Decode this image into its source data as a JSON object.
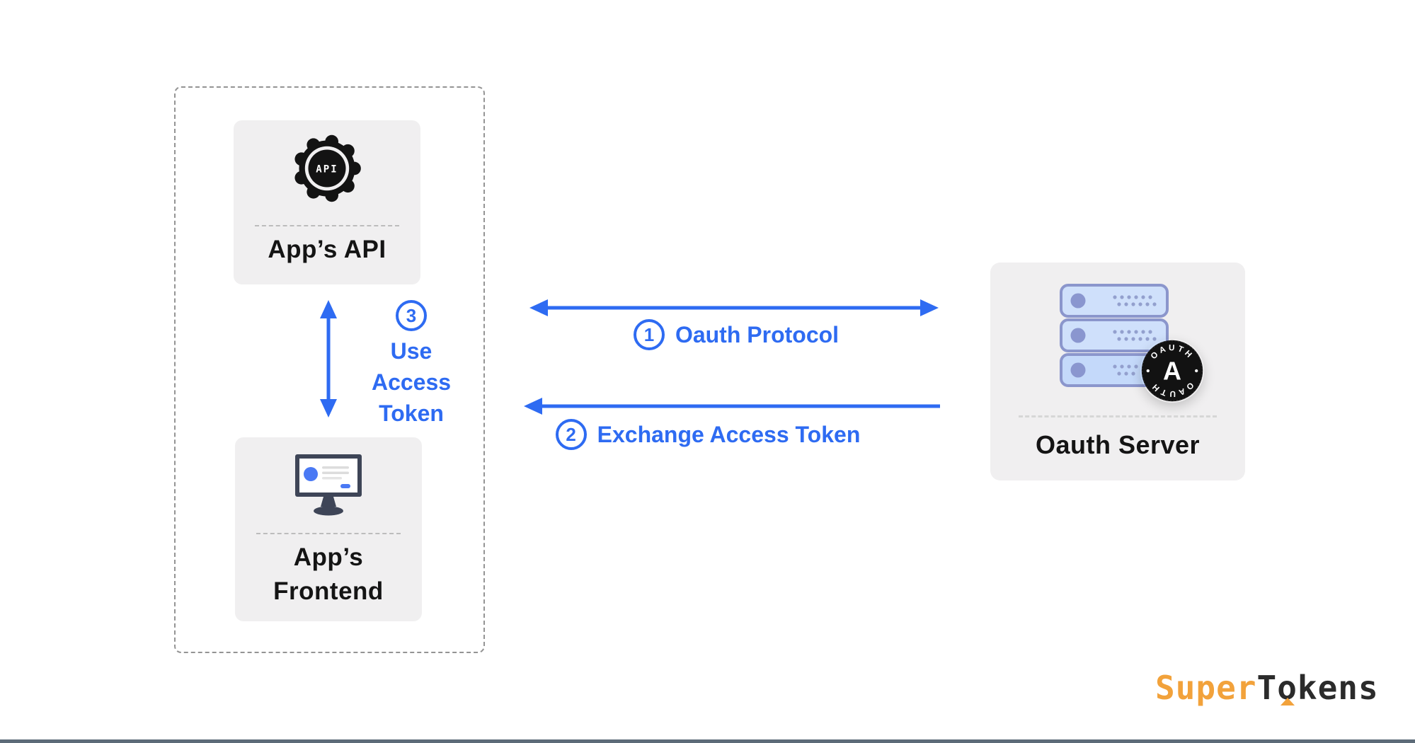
{
  "colors": {
    "accent_blue": "#2E6BF2",
    "brand_orange": "#F2A23B",
    "card_bg": "#F0EFF0",
    "bottom_rule": "#5C6B78"
  },
  "cards": {
    "api": {
      "title": "App’s API",
      "icon_label": "API"
    },
    "frontend": {
      "title_line1": "App’s",
      "title_line2": "Frontend"
    },
    "server": {
      "title": "Oauth Server",
      "badge_arc_top": "OAUTH",
      "badge_arc_bottom": "OAUTH",
      "badge_letter": "A"
    }
  },
  "flows": {
    "step1": {
      "number": "1",
      "label": "Oauth Protocol"
    },
    "step2": {
      "number": "2",
      "label": "Exchange Access Token"
    },
    "step3": {
      "number": "3",
      "line1": "Use",
      "line2": "Access",
      "line3": "Token"
    }
  },
  "brand": {
    "super": "Super",
    "t": "T",
    "o": "o",
    "kens": "kens"
  }
}
